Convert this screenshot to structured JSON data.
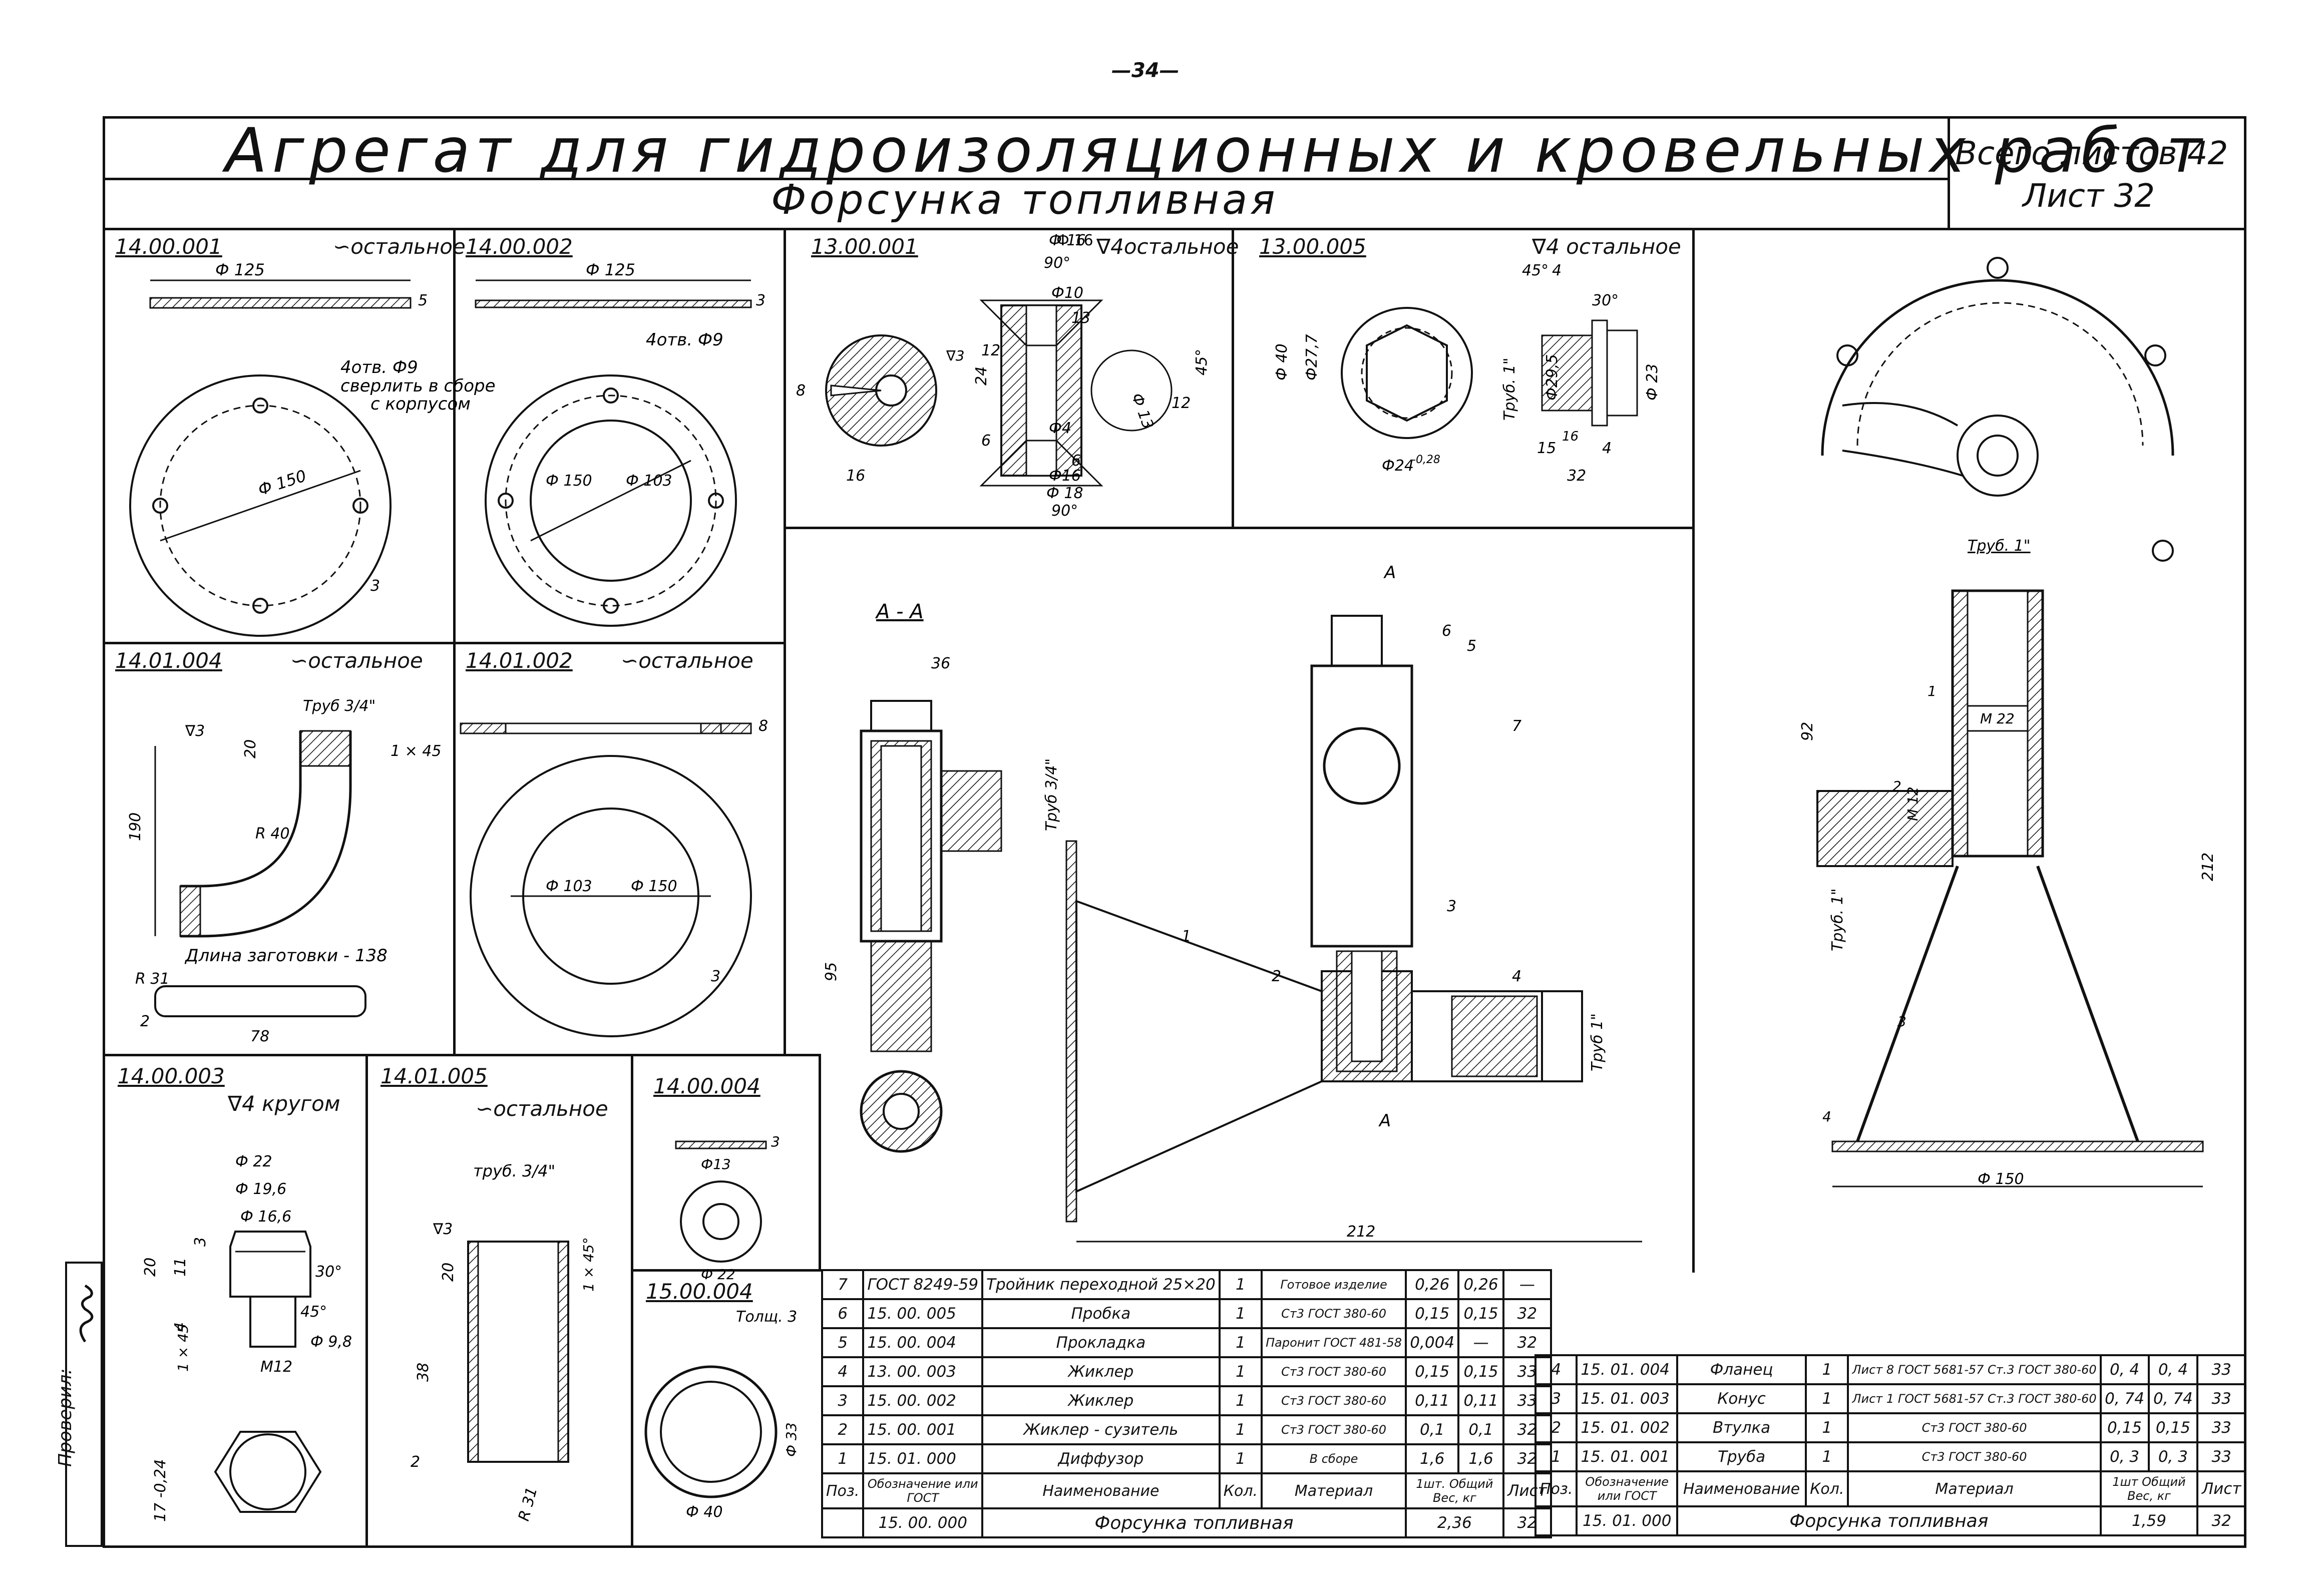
{
  "page_number": "—34—",
  "header": {
    "title": "Агрегат для гидроизоляционных и кровельных работ",
    "subtitle": "Форсунка топливная",
    "sheets_total": "Всего листов 42",
    "sheet": "Лист 32"
  },
  "checked_by": "Проверил:",
  "details": {
    "d1": {
      "code": "14.00.001",
      "finish": "∽остальное",
      "dims": {
        "d125": "Ф 125",
        "t": "5",
        "holes": "4отв. Ф9",
        "drill_note_1": "сверлить в сборе",
        "drill_note_2": "с корпусом",
        "d150": "Ф 150",
        "r": "3"
      }
    },
    "d2": {
      "code": "14.00.002",
      "dims": {
        "d125": "Ф 125",
        "t": "3",
        "holes": "4отв. Ф9",
        "d150": "Ф 150",
        "d103": "Ф 103"
      }
    },
    "d3": {
      "code": "13.00.001",
      "finish": "∇4остальное",
      "dims": {
        "d16": "Ф 16",
        "a90": "90°",
        "d10": "Ф10",
        "d13": "13",
        "h24": "24",
        "h12": "12",
        "h6": "6",
        "a45": "45°",
        "d4": "Ф4",
        "d6": "6",
        "d16b": "Ф16",
        "d18": "Ф 18",
        "a90b": "90°",
        "w16": "16",
        "s8": "8",
        "d13b": "Ф 13",
        "h12b": "12",
        "s3": "∇3"
      }
    },
    "d4": {
      "code": "13.00.005",
      "finish": "∇4 остальное",
      "dims": {
        "d40": "Ф 40",
        "d27": "Ф27,7",
        "d24": "Ф24",
        "tol": "-0,28",
        "a45": "45°",
        "n4": "4",
        "a30": "30°",
        "trub": "Труб. 1\"",
        "d29": "Ф29,5",
        "d23": "Ф 23",
        "n15": "15",
        "n16": "16",
        "n4b": "4",
        "n32": "32"
      }
    },
    "d5": {
      "code": "14.01.004",
      "finish": "∽остальное",
      "dims": {
        "trub": "Труб 3/4\"",
        "s3": "∇3",
        "n20": "20",
        "ch": "1 × 45",
        "n190": "190",
        "r40": "R 40",
        "blank": "Длина заготовки - 138",
        "r31": "R 31",
        "n2": "2",
        "n78": "78"
      }
    },
    "d6": {
      "code": "14.01.002",
      "finish": "∽остальное",
      "dims": {
        "t": "8",
        "d103": "Ф 103",
        "d150": "Ф 150",
        "r": "3"
      }
    },
    "d7": {
      "code": "14.00.003",
      "finish": "∇4 кругом",
      "dims": {
        "d22": "Ф 22",
        "d19": "Ф 19,6",
        "d16": "Ф 16,6",
        "n20": "20",
        "n11": "11",
        "n3": "3",
        "n4": "4",
        "ch": "1 × 45",
        "a30": "30°",
        "a45": "45°",
        "d98": "Ф 9,8",
        "m12": "M12",
        "n17": "17 -0,24"
      }
    },
    "d8": {
      "code": "14.01.005",
      "finish": "∽остальное",
      "dims": {
        "trub": "труб. 3/4\"",
        "s3": "∇3",
        "n20": "20",
        "n38": "38",
        "ch": "1 × 45°",
        "n2": "2",
        "r": "R 31"
      }
    },
    "d9": {
      "code": "14.00.004",
      "dims": {
        "t": "3",
        "d13": "Ф13",
        "d22": "Ф 22"
      }
    },
    "d10": {
      "code": "15.00.004",
      "dims": {
        "thick": "Толщ. 3",
        "d33": "Ф 33",
        "d40": "Ф 40"
      }
    }
  },
  "assembly_a": {
    "section": "А - А",
    "dims": {
      "n36": "36",
      "trub": "Труб 3/4\"",
      "n95": "95",
      "n212": "212",
      "trub1": "Труб 1\"",
      "a": "А",
      "a2": "А"
    },
    "callouts": [
      "1",
      "2",
      "3",
      "4",
      "5",
      "6",
      "7"
    ]
  },
  "assembly_b": {
    "dims": {
      "trub": "Труб. 1\"",
      "n92": "92",
      "m22": "M 22",
      "m12": "M 12",
      "trub1": "Труб. 1\"",
      "n212": "212",
      "d150": "Ф 150"
    },
    "callouts": [
      "1",
      "2",
      "3",
      "4"
    ]
  },
  "spec_left": {
    "rows": [
      [
        "7",
        "ГОСТ 8249-59",
        "Тройник переходной 25×20",
        "1",
        "Готовое изделие",
        "0,26",
        "0,26",
        "—"
      ],
      [
        "6",
        "15. 00. 005",
        "Пробка",
        "1",
        "Ст3 ГОСТ 380-60",
        "0,15",
        "0,15",
        "32"
      ],
      [
        "5",
        "15. 00. 004",
        "Прокладка",
        "1",
        "Паронит ГОСТ 481-58",
        "0,004",
        "—",
        "32"
      ],
      [
        "4",
        "13. 00. 003",
        "Жиклер",
        "1",
        "Ст3 ГОСТ 380-60",
        "0,15",
        "0,15",
        "33"
      ],
      [
        "3",
        "15. 00. 002",
        "Жиклер",
        "1",
        "Ст3 ГОСТ 380-60",
        "0,11",
        "0,11",
        "33"
      ],
      [
        "2",
        "15. 00. 001",
        "Жиклер - сузитель",
        "1",
        "Ст3 ГОСТ 380-60",
        "0,1",
        "0,1",
        "32"
      ],
      [
        "1",
        "15. 01. 000",
        "Диффузор",
        "1",
        "В сборе",
        "1,6",
        "1,6",
        "32"
      ]
    ],
    "header": {
      "pos": "Поз.",
      "code": "Обозначение или ГОСТ",
      "name": "Наименование",
      "qty": "Кол.",
      "material": "Материал",
      "w1": "1шт.",
      "wt": "Общий",
      "wunit": "Вес, кг",
      "sheet": "Лист"
    },
    "footer": {
      "code": "15. 00. 000",
      "name": "Форсунка топливная",
      "weight": "2,36",
      "sheet": "32"
    }
  },
  "spec_right": {
    "rows": [
      [
        "4",
        "15. 01. 004",
        "Фланец",
        "1",
        "Лист 8 ГОСТ 5681-57 Ст.3 ГОСТ 380-60",
        "0, 4",
        "0, 4",
        "33"
      ],
      [
        "3",
        "15. 01. 003",
        "Конус",
        "1",
        "Лист 1 ГОСТ 5681-57 Ст.3 ГОСТ 380-60",
        "0, 74",
        "0, 74",
        "33"
      ],
      [
        "2",
        "15. 01. 002",
        "Втулка",
        "1",
        "Ст3 ГОСТ 380-60",
        "0,15",
        "0,15",
        "33"
      ],
      [
        "1",
        "15. 01. 001",
        "Труба",
        "1",
        "Ст3 ГОСТ 380-60",
        "0, 3",
        "0, 3",
        "33"
      ]
    ],
    "header": {
      "pos": "Поз.",
      "code": "Обозначение или ГОСТ",
      "name": "Наименование",
      "qty": "Кол.",
      "material": "Материал",
      "w1": "1шт",
      "wt": "Общий",
      "wunit": "Вес, кг",
      "sheet": "Лист"
    },
    "footer": {
      "code": "15. 01. 000",
      "name": "Форсунка топливная",
      "weight": "1,59",
      "sheet": "32"
    }
  }
}
